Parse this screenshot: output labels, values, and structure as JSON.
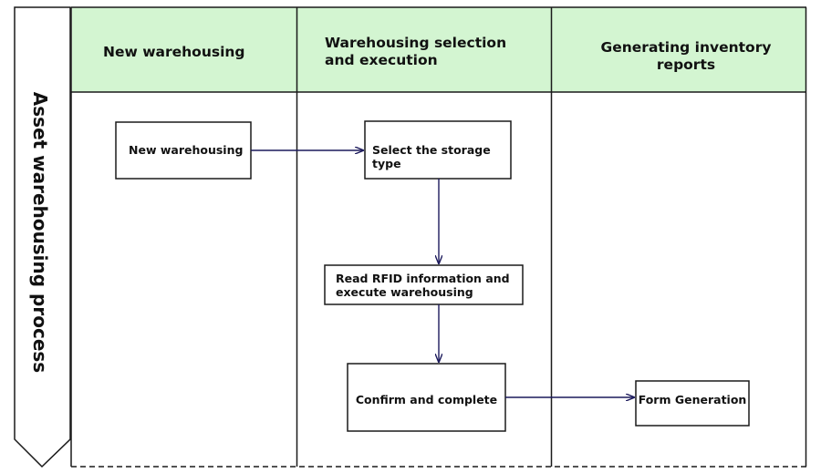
{
  "process_label": "Asset warehousing process",
  "lanes": [
    {
      "title": "New warehousing"
    },
    {
      "title": "Warehousing selection and execution"
    },
    {
      "title": "Generating inventory reports"
    }
  ],
  "steps": {
    "new_warehousing": "New warehousing",
    "select_storage": "Select the storage type",
    "read_rfid": "Read RFID information and execute warehousing",
    "confirm": "Confirm and complete",
    "form_generation": "Form Generation"
  },
  "colors": {
    "header_fill": "#d3f5d1",
    "stroke": "#1a1a1a",
    "arrow": "#1c1a5c"
  }
}
